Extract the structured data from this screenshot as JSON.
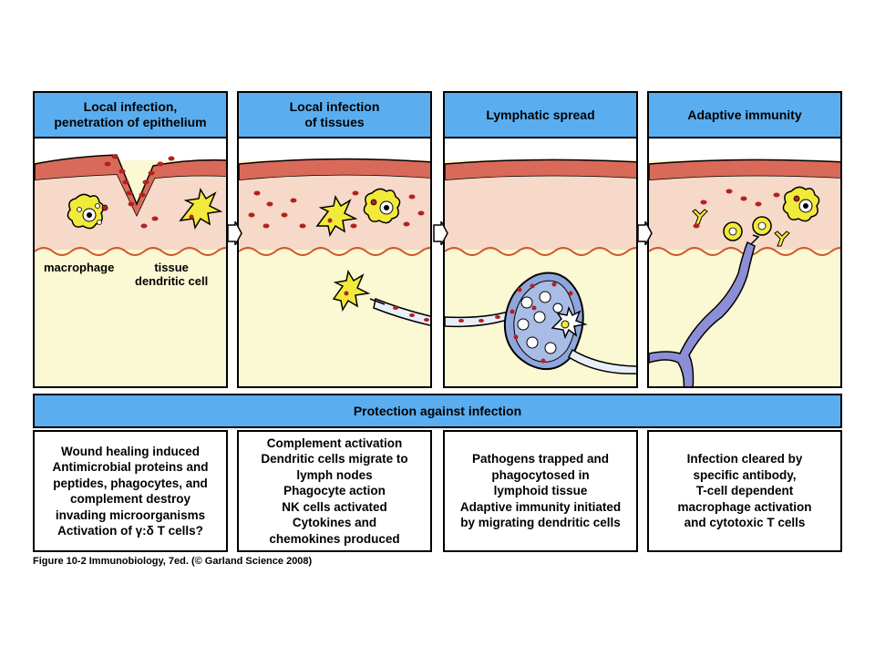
{
  "panels": [
    {
      "title": "Local infection,\npenetration of epithelium"
    },
    {
      "title": "Local infection\nof tissues"
    },
    {
      "title": "Lymphatic spread"
    },
    {
      "title": "Adaptive immunity"
    }
  ],
  "labels": {
    "macrophage": "macrophage",
    "dendritic": "tissue\ndendritic cell"
  },
  "protection_title": "Protection against infection",
  "descriptions": [
    "Wound healing induced\nAntimicrobial proteins and\npeptides, phagocytes, and\ncomplement destroy\ninvading microorganisms\nActivation of γ:δ T cells?",
    "Complement activation\nDendritic cells migrate to\nlymph nodes\nPhagocyte action\nNK cells activated\nCytokines and\nchemokines produced",
    "Pathogens trapped and\nphagocytosed in\nlymphoid tissue\nAdaptive immunity initiated\nby migrating dendritic cells",
    "Infection cleared by\nspecific antibody,\nT-cell dependent\nmacrophage activation\nand cytotoxic T cells"
  ],
  "caption": "Figure 10-2  Immunobiology, 7ed. (© Garland Science 2008)",
  "colors": {
    "header_blue": "#5aaef0",
    "epithelium": "#d96a5a",
    "tissue": "#f6d9c8",
    "deep_tissue": "#fbf8d4",
    "lymph": "#8fa6dc",
    "pathogen": "#b5201f",
    "cell_yellow": "#f2ea3a"
  }
}
